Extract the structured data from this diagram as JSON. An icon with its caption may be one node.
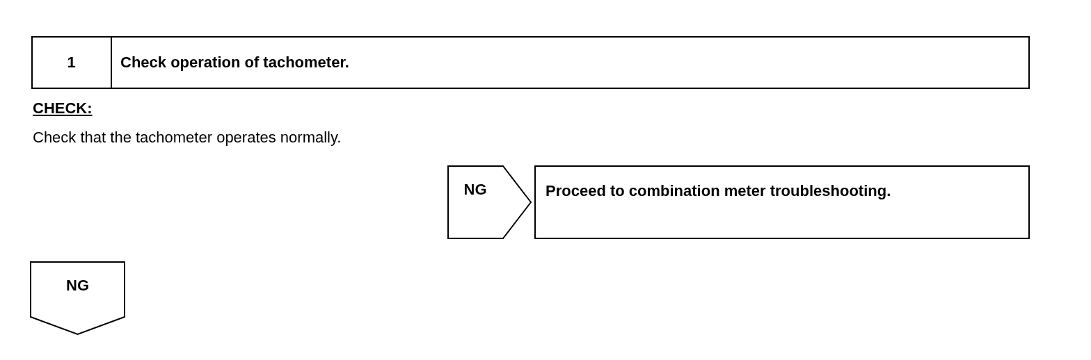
{
  "diagram": {
    "nodes": [
      {
        "text": [
          "1",
          "Check operation of tachometer."
        ]
      },
      {
        "text": [
          "NG"
        ]
      },
      {
        "text": [
          "Proceed to combination meter troubleshooting."
        ]
      },
      {
        "text": [
          "NG"
        ]
      }
    ],
    "labels": [
      "CHECK:",
      "Check that the tachometer operates normally."
    ]
  }
}
